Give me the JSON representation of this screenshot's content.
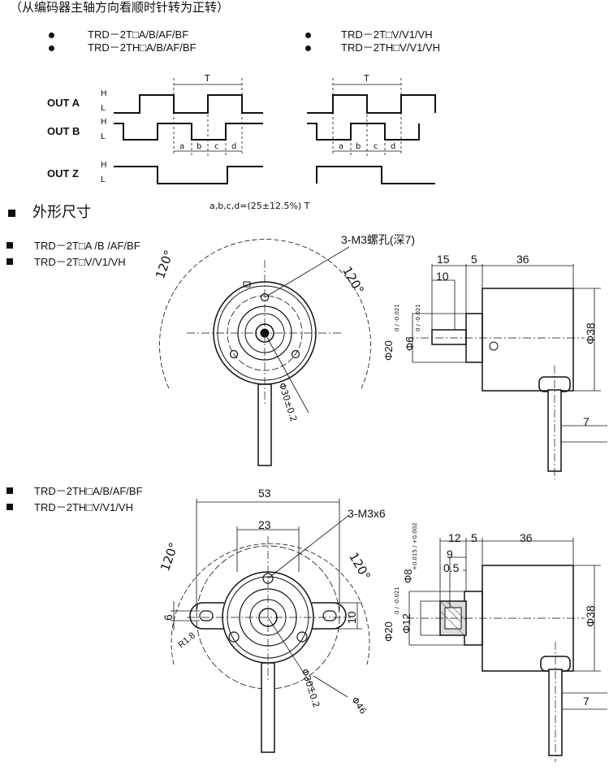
{
  "header_note": "（从编码器主轴方向看顺时针转为正转）",
  "models_top": {
    "left": [
      "TRD－2T□A/B/AF/BF",
      "TRD－2TH□A/B/AF/BF"
    ],
    "right": [
      "TRD－2T□V/V1/VH",
      "TRD－2TH□V/V1/VH"
    ]
  },
  "waveform": {
    "out_a": "OUT A",
    "out_b": "OUT B",
    "out_z": "OUT Z",
    "high": "H",
    "low": "L",
    "period": "T",
    "phase_labels": [
      "a",
      "b",
      "c",
      "d"
    ],
    "formula": "a,b,c,d=(25±12.5%) T"
  },
  "section_title": "外形尺寸",
  "group1": {
    "models": [
      "TRD－2T□A /B /AF/BF",
      "TRD－2T□V/V1/VH"
    ],
    "front": {
      "hole_note": "3-M3螺孔(深7)",
      "angle_left": "120°",
      "angle_right": "120°",
      "pcd": "Φ30±0.2"
    },
    "side": {
      "d15": "15",
      "d5": "5",
      "d36": "36",
      "d10": "10",
      "d7": "7",
      "phi38": "Φ38",
      "phi20": "Φ20",
      "phi20_tol": "0 / -0.021",
      "phi6": "Φ6",
      "phi6_tol": "0 / -0.021"
    }
  },
  "group2": {
    "models": [
      "TRD－2TH□A/B/AF/BF",
      "TRD－2TH□V/V1/VH"
    ],
    "front": {
      "d53": "53",
      "d23": "23",
      "hole_note": "3-M3x6",
      "angle_left": "120°",
      "angle_right": "120°",
      "d6": "6",
      "d10": "10",
      "r18": "R1.8",
      "pcd": "Φ30±0.2",
      "phi46": "Φ46"
    },
    "side": {
      "d12": "12",
      "d5": "5",
      "d36": "36",
      "d9": "9",
      "d05": "0.5",
      "d7": "7",
      "phi38": "Φ38",
      "phi8": "Φ8",
      "phi8_tol": "+0.015 / +0.002",
      "phi12": "Φ12",
      "phi20": "Φ20",
      "phi20_tol": "0 / -0.021"
    }
  },
  "colors": {
    "ink": "#111111",
    "body_grey": "#e8e8e8",
    "hatch": "#555555"
  }
}
